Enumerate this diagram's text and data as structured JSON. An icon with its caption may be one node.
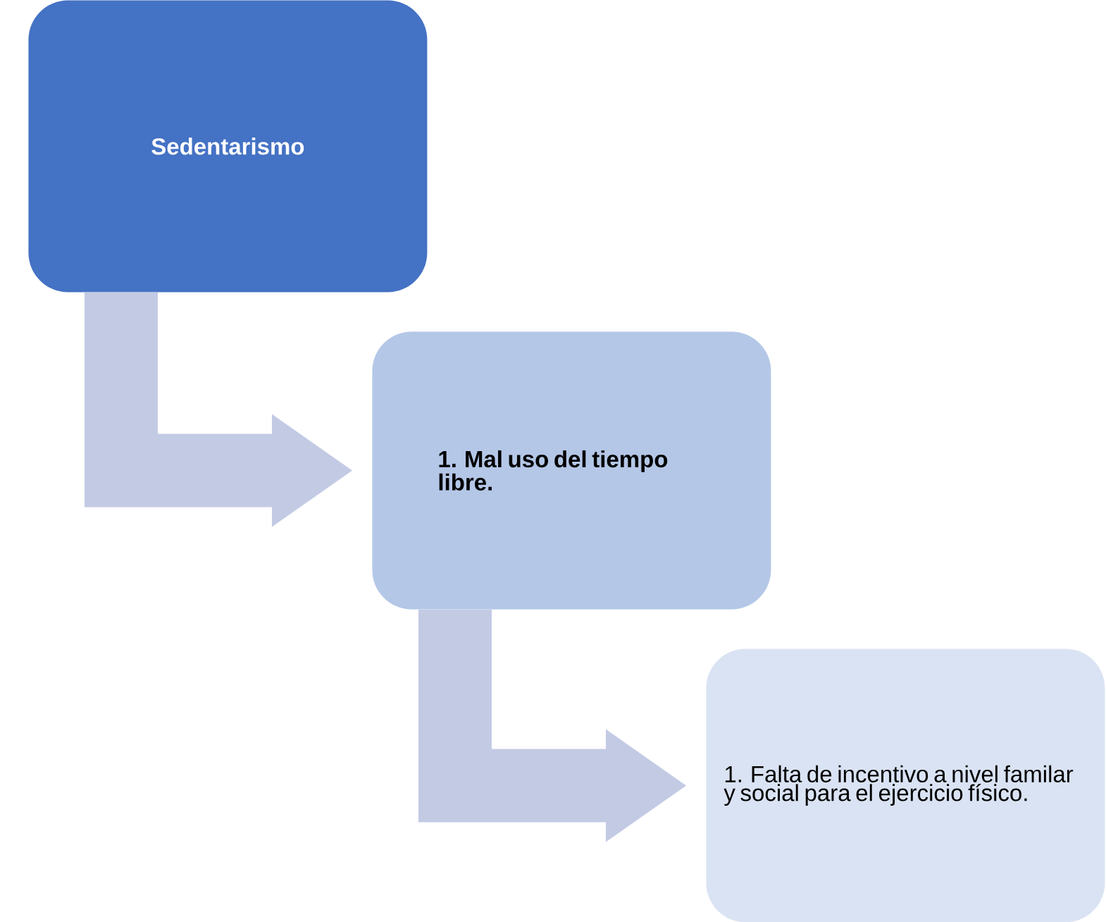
{
  "diagram": {
    "nodes": [
      {
        "text": [
          "Sedentarismo"
        ]
      },
      {
        "text": [
          "1. Mal uso del tiempo libre."
        ]
      },
      {
        "text": [
          "1. Falta de incentivo a nivel familar y social para el ejercicio físico."
        ]
      }
    ],
    "edges": [
      {
        "from": 0,
        "to": 1,
        "arrow": "to"
      },
      {
        "from": 1,
        "to": 2,
        "arrow": "to"
      }
    ]
  }
}
